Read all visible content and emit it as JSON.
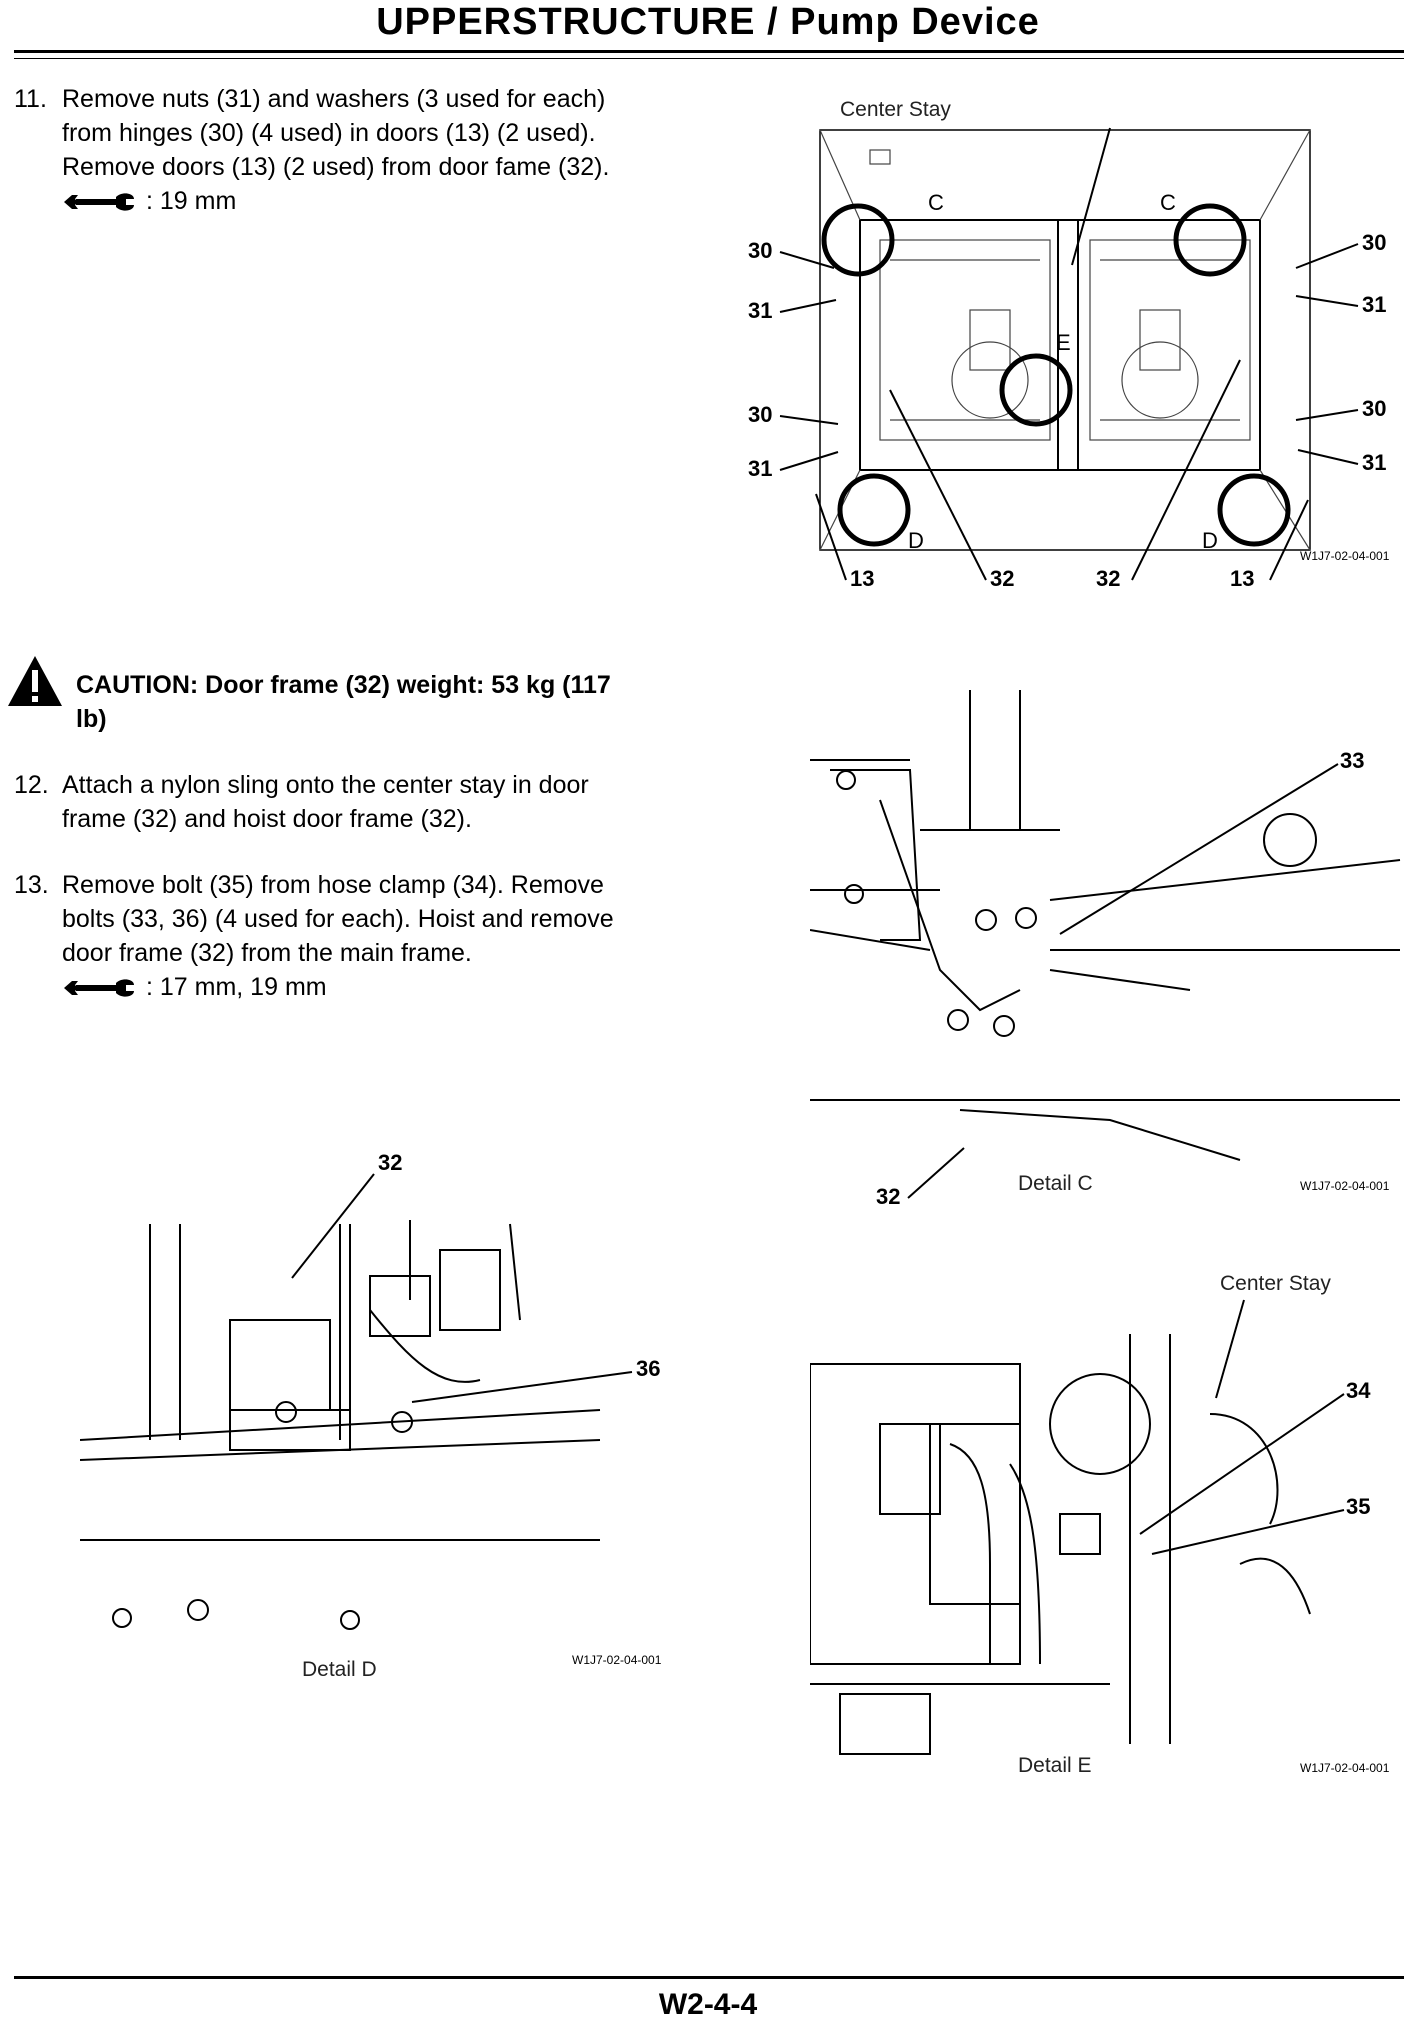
{
  "header": {
    "title": "UPPERSTRUCTURE / Pump Device"
  },
  "steps": [
    {
      "num": "11.",
      "lines": [
        "Remove nuts (31) and washers (3 used for each)",
        "from hinges (30) (4 used) in doors (13) (2 used).",
        "Remove doors (13) (2 used) from door fame (32)."
      ],
      "wrench": ": 19 mm"
    },
    {
      "num": "12.",
      "lines": [
        "Attach a nylon sling onto the center stay in door",
        "frame (32) and hoist door frame (32)."
      ]
    },
    {
      "num": "13.",
      "lines": [
        "Remove bolt (35) from hose clamp (34). Remove",
        "bolts (33, 36) (4 used for each). Hoist and remove",
        "door frame (32) from the main frame."
      ],
      "wrench": ": 17 mm, 19 mm"
    }
  ],
  "caution": {
    "line1": "CAUTION:  Door frame (32) weight: 53 kg (117",
    "line2": "lb)"
  },
  "figures": {
    "main": {
      "label": "Center Stay",
      "code": "W1J7-02-04-001",
      "callouts": [
        "30",
        "31",
        "30",
        "31",
        "30",
        "31",
        "30",
        "31",
        "13",
        "32",
        "32",
        "13"
      ],
      "letters": [
        "C",
        "C",
        "E",
        "D",
        "D"
      ]
    },
    "detail_c": {
      "label": "Detail C",
      "code": "W1J7-02-04-001",
      "callouts": [
        "33",
        "32"
      ]
    },
    "detail_d": {
      "label": "Detail D",
      "code": "W1J7-02-04-001",
      "callouts": [
        "32",
        "36"
      ]
    },
    "detail_e": {
      "label": "Detail E",
      "code": "W1J7-02-04-001",
      "center_label": "Center Stay",
      "callouts": [
        "34",
        "35"
      ]
    }
  },
  "footer": {
    "page": "W2-4-4"
  },
  "icons": [
    "wrench-icon",
    "caution-triangle-icon"
  ]
}
